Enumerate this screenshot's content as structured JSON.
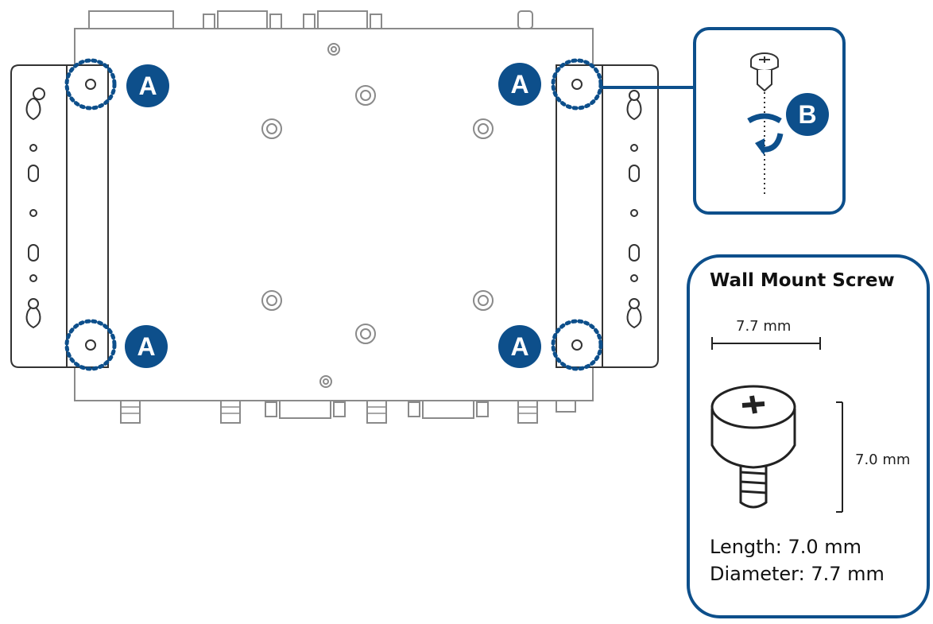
{
  "callouts": {
    "a_label": "A",
    "b_label": "B"
  },
  "screw_panel": {
    "title": "Wall Mount Screw",
    "dim_width": "7.7 mm",
    "dim_height": "7.0 mm",
    "length_line": "Length: 7.0 mm",
    "diameter_line": "Diameter: 7.7 mm"
  },
  "colors": {
    "accent": "#0d4f8b",
    "outline": "#3a3a3a",
    "device_line": "#8a8a8a"
  },
  "icons": {
    "screw": "phillips-screw-icon",
    "rotate": "rotate-clockwise-arrow-icon"
  }
}
